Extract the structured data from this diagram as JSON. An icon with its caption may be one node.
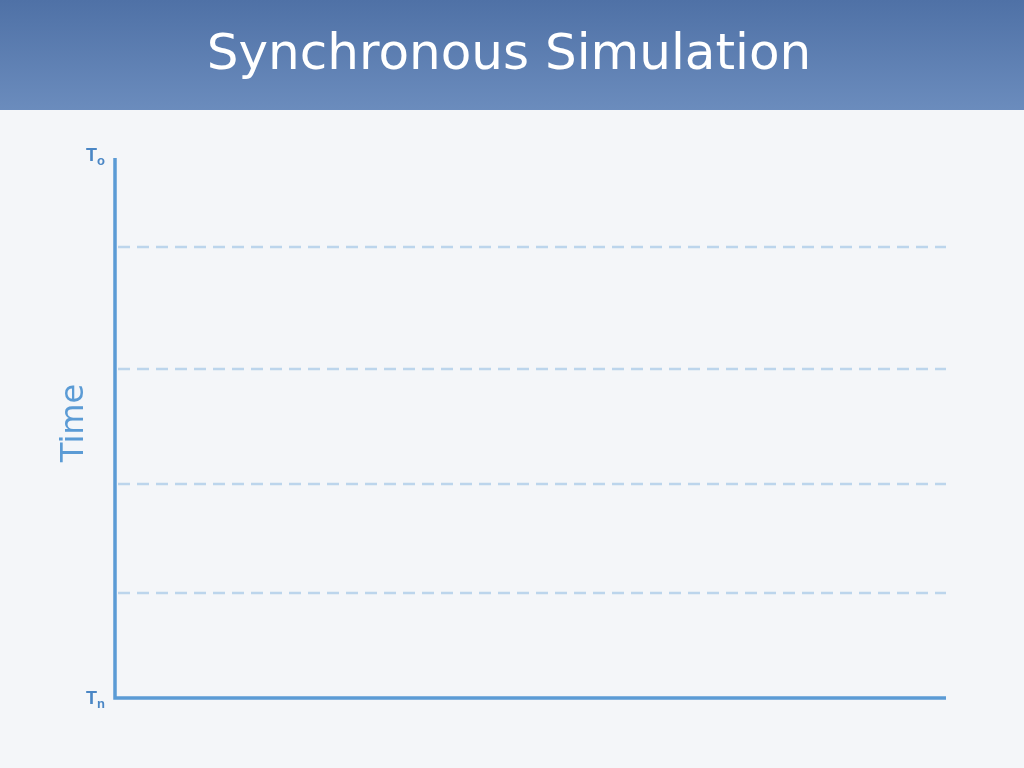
{
  "diagram": {
    "title": "Synchronous Simulation",
    "labels": [
      "T$_{o}$",
      "Time",
      "T$_{n}$"
    ]
  }
}
